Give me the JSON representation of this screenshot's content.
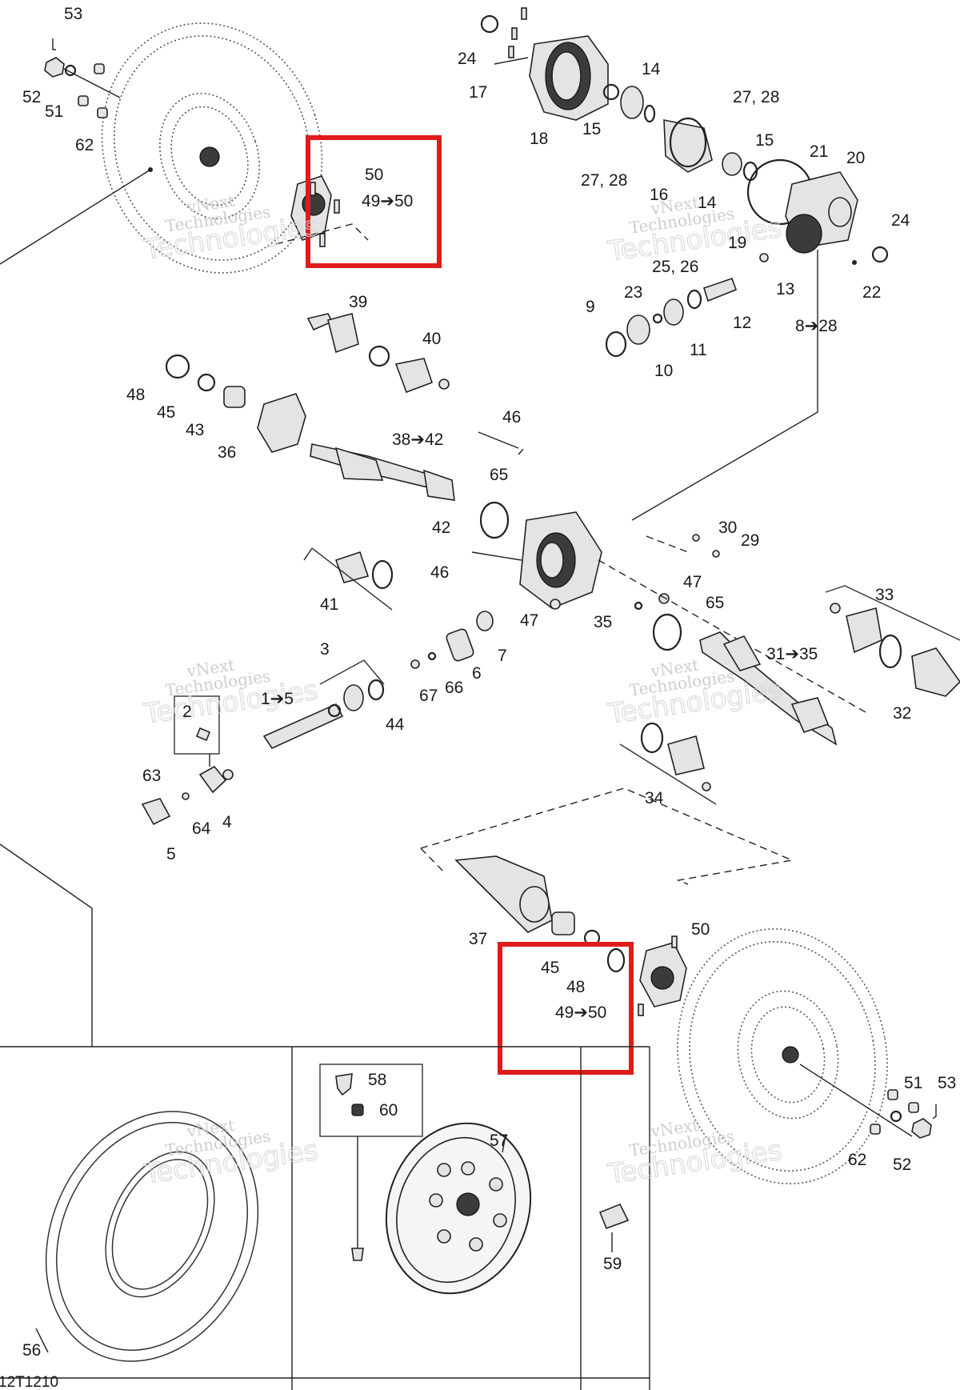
{
  "diagram_id": "12T1210",
  "watermark": {
    "line1": "vNext",
    "line2": "Technologies"
  },
  "highlight_color": "#e01b1b",
  "labels": {
    "p53a": "53",
    "p52a": "52",
    "p51a": "51",
    "p62a": "62",
    "p50a": "50",
    "p4950a": "49➔50",
    "p24a": "24",
    "p17": "17",
    "p18": "18",
    "p15a": "15",
    "p14a": "14",
    "p2728a": "27, 28",
    "p2728b": "27, 28",
    "p16": "16",
    "p14b": "14",
    "p15b": "15",
    "p21": "21",
    "p20": "20",
    "p19": "19",
    "p24b": "24",
    "p22": "22",
    "p2526": "25, 26",
    "p23": "23",
    "p13": "13",
    "p9": "9",
    "p12": "12",
    "p11": "11",
    "p10": "10",
    "p828": "8➔28",
    "p39": "39",
    "p40": "40",
    "p48a": "48",
    "p45a": "45",
    "p43": "43",
    "p36": "36",
    "p3842": "38➔42",
    "p46a": "46",
    "p65a": "65",
    "p42": "42",
    "p46b": "46",
    "p41": "41",
    "p30": "30",
    "p29": "29",
    "p47a": "47",
    "p65b": "65",
    "p47b": "47",
    "p35": "35",
    "p33": "33",
    "p3135": "31➔35",
    "p32": "32",
    "p34": "34",
    "p3": "3",
    "p7": "7",
    "p6": "6",
    "p66": "66",
    "p67": "67",
    "p15c": "1➔5",
    "p44": "44",
    "p2": "2",
    "p63": "63",
    "p64": "64",
    "p4": "4",
    "p5": "5",
    "p37": "37",
    "p45b": "45",
    "p48b": "48",
    "p4950b": "49➔50",
    "p50b": "50",
    "p51b": "51",
    "p53b": "53",
    "p62b": "62",
    "p52b": "52",
    "p58": "58",
    "p60": "60",
    "p57": "57",
    "p56": "56",
    "p59": "59"
  }
}
